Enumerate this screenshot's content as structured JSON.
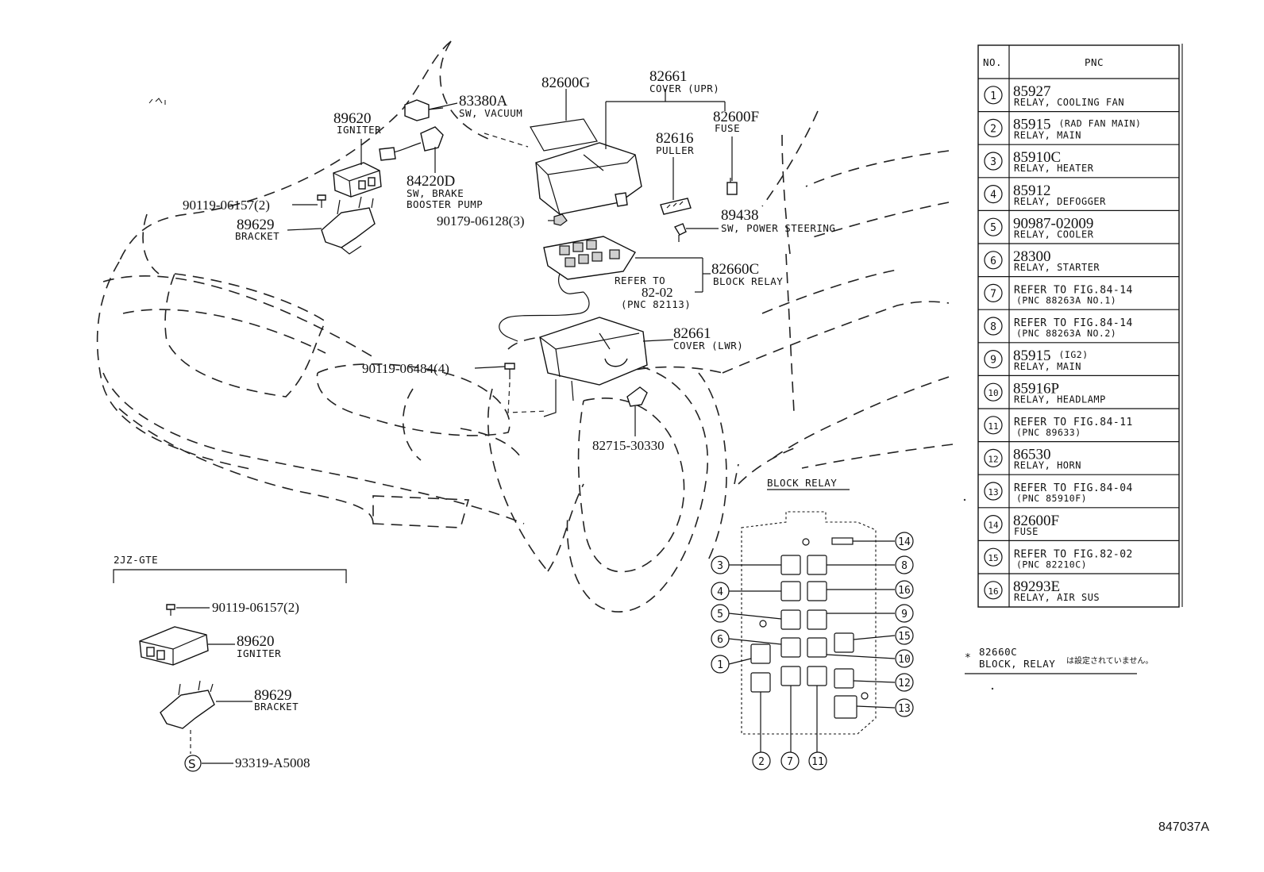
{
  "callouts": {
    "p83380A": {
      "pn": "83380A",
      "desc": "SW, VACUUM"
    },
    "p82600G": {
      "pn": "82600G"
    },
    "p82661_upr": {
      "pn": "82661",
      "desc": "COVER (UPR)"
    },
    "p89620": {
      "pn": "89620",
      "desc": "IGNITER"
    },
    "p82600F": {
      "pn": "82600F",
      "desc": "FUSE"
    },
    "p82616": {
      "pn": "82616",
      "desc": "PULLER"
    },
    "p84220D": {
      "pn": "84220D",
      "desc1": "SW, BRAKE",
      "desc2": "BOOSTER PUMP"
    },
    "p90119_06157": {
      "pn": "90119-06157(2)"
    },
    "p89629": {
      "pn": "89629",
      "desc": "BRACKET"
    },
    "p89438": {
      "pn": "89438",
      "desc": "SW, POWER STEERING"
    },
    "p90179_06128": {
      "pn": "90179-06128(3)"
    },
    "p82660C": {
      "pn": "82660C",
      "desc": "BLOCK RELAY"
    },
    "refer": {
      "l1": "REFER TO",
      "l2": "82-02",
      "l3": "(PNC 82113)"
    },
    "p82661_lwr": {
      "pn": "82661",
      "desc": "COVER (LWR)"
    },
    "p90119_06484": {
      "pn": "90119-06484(4)"
    },
    "p82715_30330": {
      "pn": "82715-30330"
    }
  },
  "engine_box": {
    "title": "2JZ-GTE",
    "bolt": "90119-06157(2)",
    "igniter_pn": "89620",
    "igniter_desc": "IGNITER",
    "bracket_pn": "89629",
    "bracket_desc": "BRACKET",
    "s_symbol": "S",
    "stud_pn": "93319-A5008"
  },
  "block_relay": {
    "title": "BLOCK RELAY",
    "labels": [
      "1",
      "2",
      "3",
      "4",
      "5",
      "6",
      "7",
      "8",
      "9",
      "10",
      "11",
      "12",
      "13",
      "14",
      "15",
      "16"
    ]
  },
  "pnc_table": {
    "headers": {
      "no": "NO.",
      "pnc": "PNC"
    },
    "rows": [
      {
        "no": "1",
        "pn": "85927",
        "pn_note": "",
        "desc": "RELAY, COOLING FAN"
      },
      {
        "no": "2",
        "pn": "85915",
        "pn_note": "(RAD FAN MAIN)",
        "desc": "RELAY, MAIN"
      },
      {
        "no": "3",
        "pn": "85910C",
        "pn_note": "",
        "desc": "RELAY, HEATER"
      },
      {
        "no": "4",
        "pn": "85912",
        "pn_note": "",
        "desc": "RELAY, DEFOGGER"
      },
      {
        "no": "5",
        "pn": "90987-02009",
        "pn_note": "",
        "desc": "RELAY, COOLER"
      },
      {
        "no": "6",
        "pn": "28300",
        "pn_note": "",
        "desc": "RELAY, STARTER"
      },
      {
        "no": "7",
        "pn": "",
        "pn_note": "",
        "ref1": "REFER TO FIG.84-14",
        "ref2": "(PNC 88263A NO.1)"
      },
      {
        "no": "8",
        "pn": "",
        "pn_note": "",
        "ref1": "REFER TO FIG.84-14",
        "ref2": "(PNC 88263A NO.2)"
      },
      {
        "no": "9",
        "pn": "85915",
        "pn_note": "(IG2)",
        "desc": "RELAY, MAIN"
      },
      {
        "no": "10",
        "pn": "85916P",
        "pn_note": "",
        "desc": "RELAY, HEADLAMP"
      },
      {
        "no": "11",
        "pn": "",
        "pn_note": "",
        "ref1": "REFER TO FIG.84-11",
        "ref2": "(PNC 89633)"
      },
      {
        "no": "12",
        "pn": "86530",
        "pn_note": "",
        "desc": "RELAY, HORN"
      },
      {
        "no": "13",
        "pn": "",
        "pn_note": "",
        "ref1": "REFER TO FIG.84-04",
        "ref2": "(PNC 85910F)"
      },
      {
        "no": "14",
        "pn": "82600F",
        "pn_note": "",
        "desc": "FUSE"
      },
      {
        "no": "15",
        "pn": "",
        "pn_note": "",
        "ref1": "REFER TO FIG.82-02",
        "ref2": "(PNC 82210C)"
      },
      {
        "no": "16",
        "pn": "89293E",
        "pn_note": "",
        "desc": "RELAY, AIR SUS"
      }
    ]
  },
  "footnote": {
    "mark": "*",
    "pn": "82660C",
    "desc": "BLOCK, RELAY",
    "jp": "は設定されていません。"
  },
  "fig_id": "847037A"
}
